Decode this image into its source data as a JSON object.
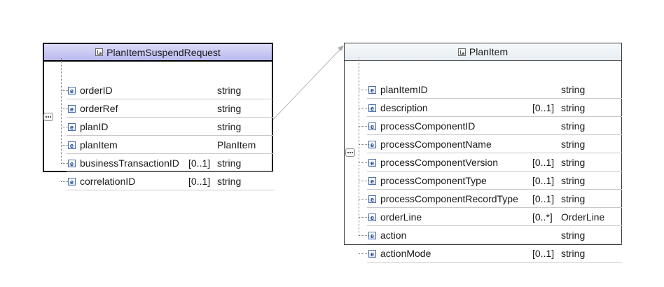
{
  "left_box": {
    "title": "PlanItemSuspendRequest",
    "rows": [
      {
        "name": "orderID",
        "multiplicity": "",
        "type": "string"
      },
      {
        "name": "orderRef",
        "multiplicity": "",
        "type": "string"
      },
      {
        "name": "planID",
        "multiplicity": "",
        "type": "string"
      },
      {
        "name": "planItem",
        "multiplicity": "",
        "type": "PlanItem"
      },
      {
        "name": "businessTransactionID",
        "multiplicity": "[0..1]",
        "type": "string"
      },
      {
        "name": "correlationID",
        "multiplicity": "[0..1]",
        "type": "string"
      }
    ]
  },
  "right_box": {
    "title": "PlanItem",
    "rows": [
      {
        "name": "planItemID",
        "multiplicity": "",
        "type": "string"
      },
      {
        "name": "description",
        "multiplicity": "[0..1]",
        "type": "string"
      },
      {
        "name": "processComponentID",
        "multiplicity": "",
        "type": "string"
      },
      {
        "name": "processComponentName",
        "multiplicity": "",
        "type": "string"
      },
      {
        "name": "processComponentVersion",
        "multiplicity": "[0..1]",
        "type": "string"
      },
      {
        "name": "processComponentType",
        "multiplicity": "[0..1]",
        "type": "string"
      },
      {
        "name": "processComponentRecordType",
        "multiplicity": "[0..1]",
        "type": "string"
      },
      {
        "name": "orderLine",
        "multiplicity": "[0..*]",
        "type": "OrderLine"
      },
      {
        "name": "action",
        "multiplicity": "",
        "type": "string"
      },
      {
        "name": "actionMode",
        "multiplicity": "[0..1]",
        "type": "string"
      }
    ]
  },
  "icons": {
    "element_icon": "e",
    "header_icon": "complex-type-icon",
    "sequence_icon": "sequence-icon"
  }
}
